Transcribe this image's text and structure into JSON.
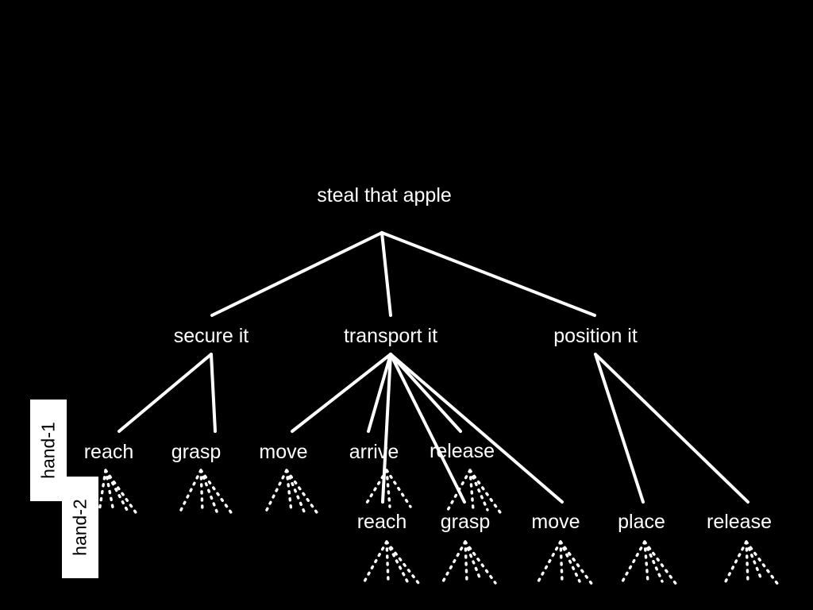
{
  "root": {
    "label": "steal that apple"
  },
  "level1": [
    {
      "id": "secure",
      "label": "secure it"
    },
    {
      "id": "transport",
      "label": "transport it"
    },
    {
      "id": "position",
      "label": "position it"
    }
  ],
  "level2": [
    {
      "id": "h1-reach",
      "label": "reach",
      "parent": "secure",
      "hand": "hand-1"
    },
    {
      "id": "h1-grasp",
      "label": "grasp",
      "parent": "secure",
      "hand": "hand-1"
    },
    {
      "id": "h1-move",
      "label": "move",
      "parent": "transport",
      "hand": "hand-1"
    },
    {
      "id": "h1-arrive",
      "label": "arrive",
      "parent": "transport",
      "hand": "hand-1"
    },
    {
      "id": "h1-release",
      "label": "release",
      "parent": "transport",
      "hand": "hand-1"
    },
    {
      "id": "h2-reach",
      "label": "reach",
      "parent": "transport",
      "hand": "hand-2"
    },
    {
      "id": "h2-grasp",
      "label": "grasp",
      "parent": "transport",
      "hand": "hand-2"
    },
    {
      "id": "h2-move",
      "label": "move",
      "parent": "transport",
      "hand": "hand-2"
    },
    {
      "id": "h2-place",
      "label": "place",
      "parent": "position",
      "hand": "hand-2"
    },
    {
      "id": "h2-release",
      "label": "release",
      "parent": "position",
      "hand": "hand-2"
    }
  ],
  "hands": {
    "hand1": "hand-1",
    "hand2": "hand-2"
  }
}
